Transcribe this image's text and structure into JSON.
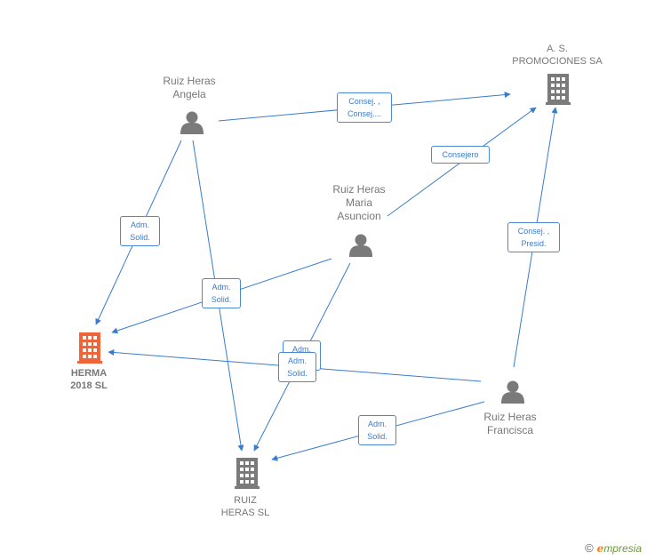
{
  "nodes": {
    "ruiz_heras_angela": {
      "label": "Ruiz Heras\nAngela",
      "kind": "person",
      "icon": "person-icon"
    },
    "as_promociones": {
      "label": "A.  S.\nPROMOCIONES SA",
      "kind": "company",
      "icon": "building-icon"
    },
    "ruiz_heras_maria": {
      "label": "Ruiz Heras\nMaria\nAsuncion",
      "kind": "person",
      "icon": "person-icon"
    },
    "herma_2018": {
      "label": "HERMA\n2018  SL",
      "kind": "company-focus",
      "icon": "building-icon"
    },
    "ruiz_heras_francisca": {
      "label": "Ruiz Heras\nFrancisca",
      "kind": "person",
      "icon": "person-icon"
    },
    "ruiz_heras_sl": {
      "label": "RUIZ\nHERAS  SL",
      "kind": "company",
      "icon": "building-icon"
    }
  },
  "edges": {
    "angela_to_as": {
      "label": "Consej. ,\nConsej...."
    },
    "maria_to_as": {
      "label": "Consejero"
    },
    "angela_to_herma": {
      "label": "Adm.\nSolid."
    },
    "maria_to_herma": {
      "label": "Adm.\nSolid."
    },
    "francisca_to_as": {
      "label": "Consej. ,\nPresid."
    },
    "maria_to_ruiz_back": {
      "label": "Adm.\nSolid."
    },
    "maria_to_ruiz": {
      "label": "Adm.\nSolid."
    },
    "francisca_to_ruiz": {
      "label": "Adm.\nSolid."
    }
  },
  "colors": {
    "edge": "#3a7ccc",
    "node": "#7a7a7a",
    "focus": "#f0643a"
  },
  "brand": {
    "copyright": "©",
    "name_e": "e",
    "name_rest": "mpresia"
  }
}
